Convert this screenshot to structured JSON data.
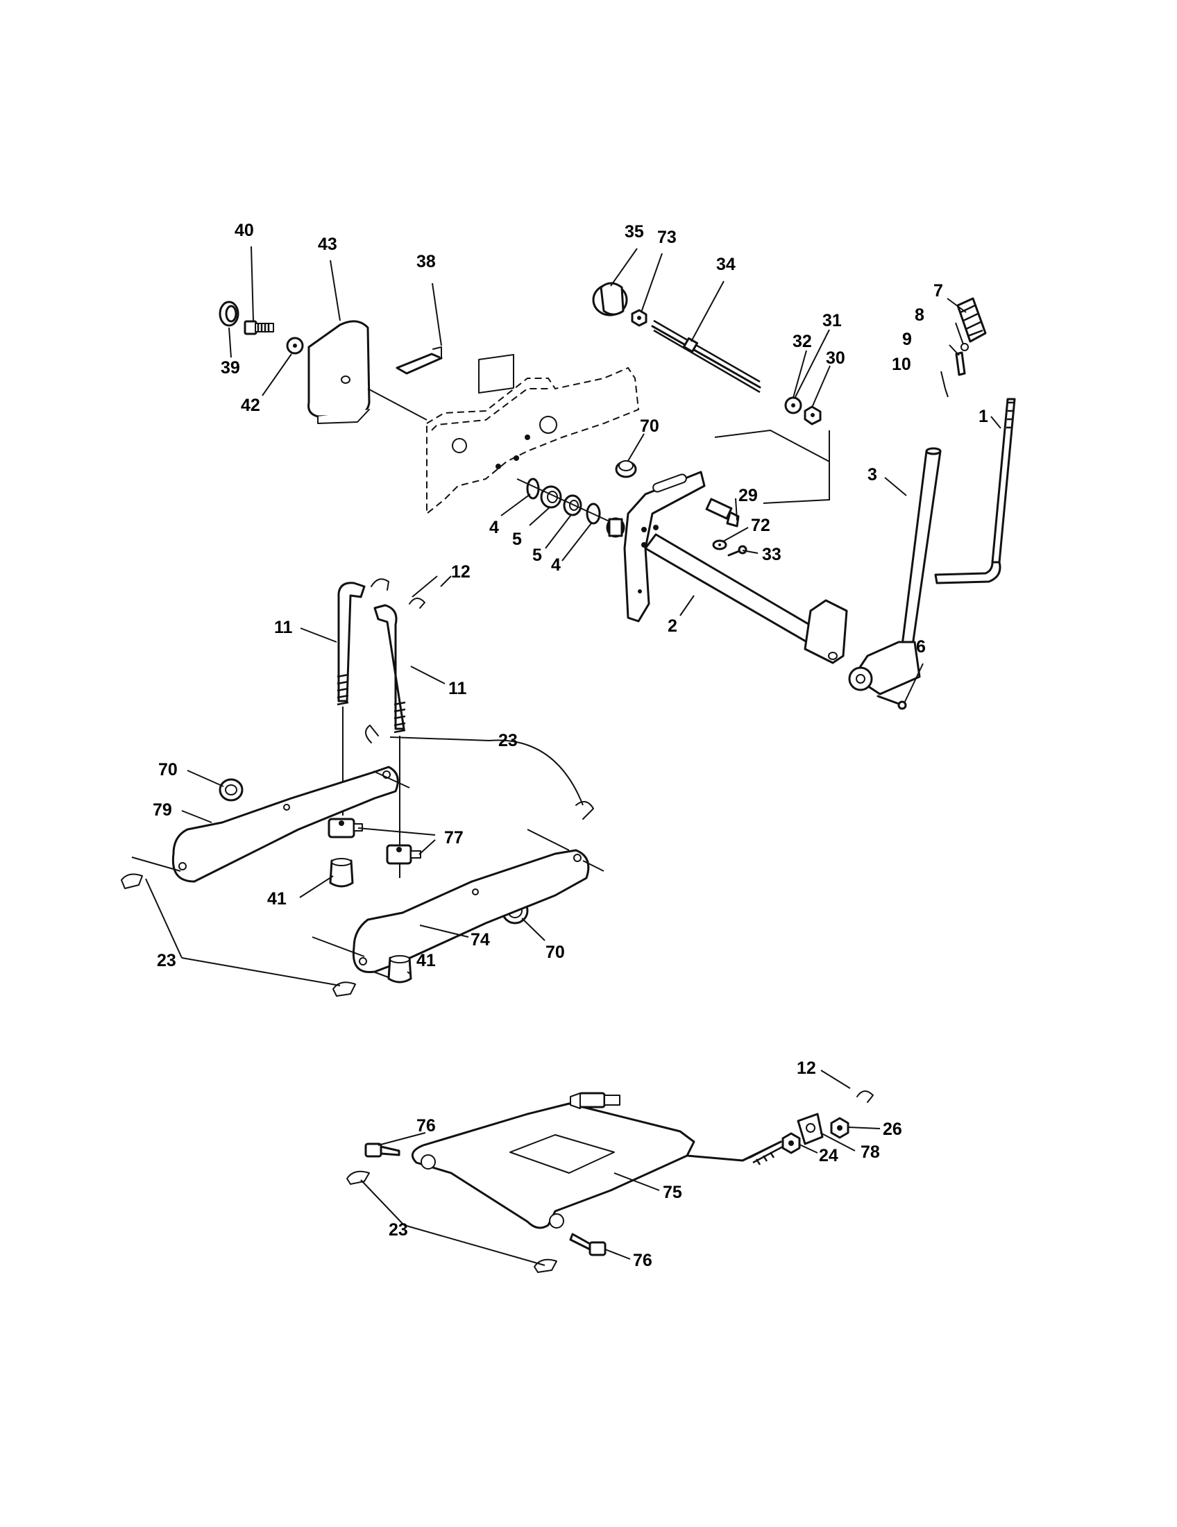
{
  "diagram": {
    "type": "exploded-parts-diagram",
    "callouts": {
      "c40": "40",
      "c43": "43",
      "c38": "38",
      "c39": "39",
      "c42": "42",
      "c35": "35",
      "c73": "73",
      "c34": "34",
      "c7": "7",
      "c8": "8",
      "c9": "9",
      "c10": "10",
      "c31": "31",
      "c32": "32",
      "c30": "30",
      "c1": "1",
      "c3": "3",
      "c70a": "70",
      "c29": "29",
      "c72": "72",
      "c33": "33",
      "c4a": "4",
      "c5a": "5",
      "c5b": "5",
      "c4b": "4",
      "c2": "2",
      "c6": "6",
      "c12a": "12",
      "c11a": "11",
      "c11b": "11",
      "c23a": "23",
      "c70b": "70",
      "c79": "79",
      "c77": "77",
      "c41a": "41",
      "c74": "74",
      "c41b": "41",
      "c70c": "70",
      "c23b": "23",
      "c12b": "12",
      "c26": "26",
      "c76a": "76",
      "c78": "78",
      "c24": "24",
      "c75": "75",
      "c23c": "23",
      "c76b": "76"
    }
  }
}
